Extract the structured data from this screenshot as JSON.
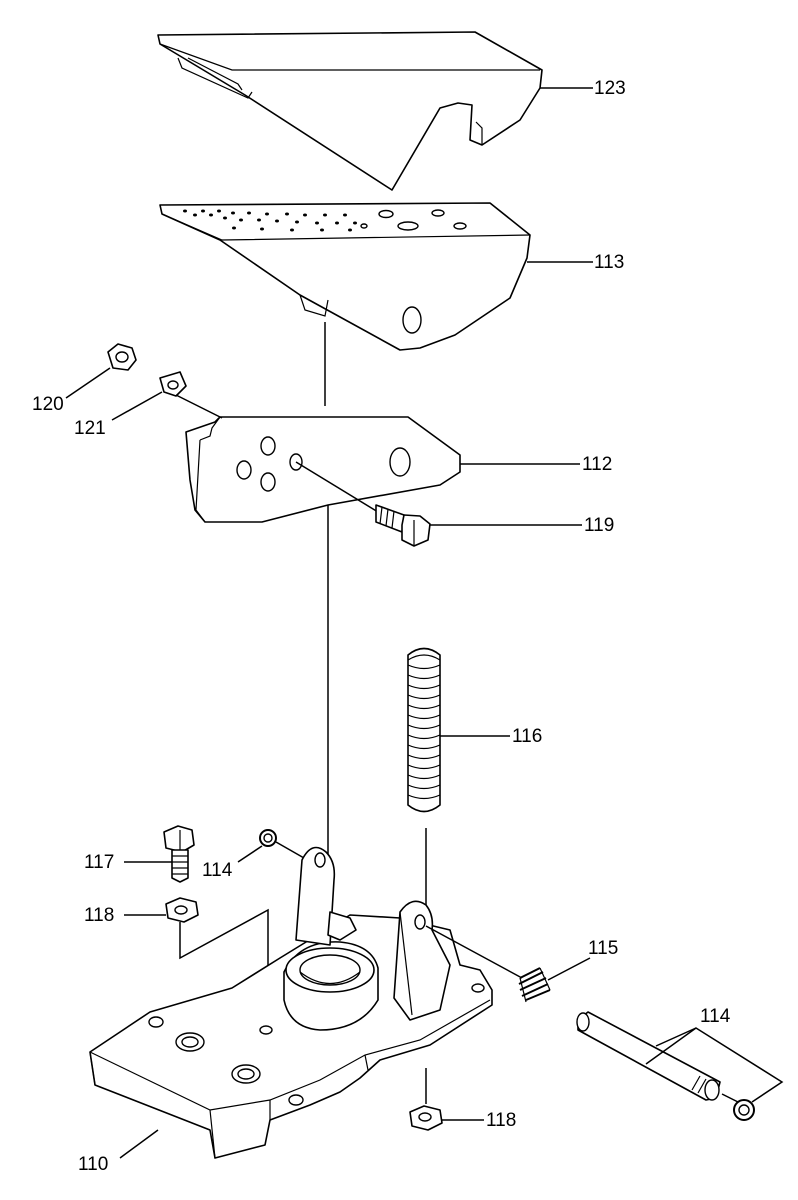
{
  "callouts": {
    "c123": "123",
    "c113": "113",
    "c120": "120",
    "c121": "121",
    "c112": "112",
    "c119": "119",
    "c116": "116",
    "c117": "117",
    "c114a": "114",
    "c118a": "118",
    "c115": "115",
    "c114b": "114",
    "c118b": "118",
    "c110": "110"
  }
}
